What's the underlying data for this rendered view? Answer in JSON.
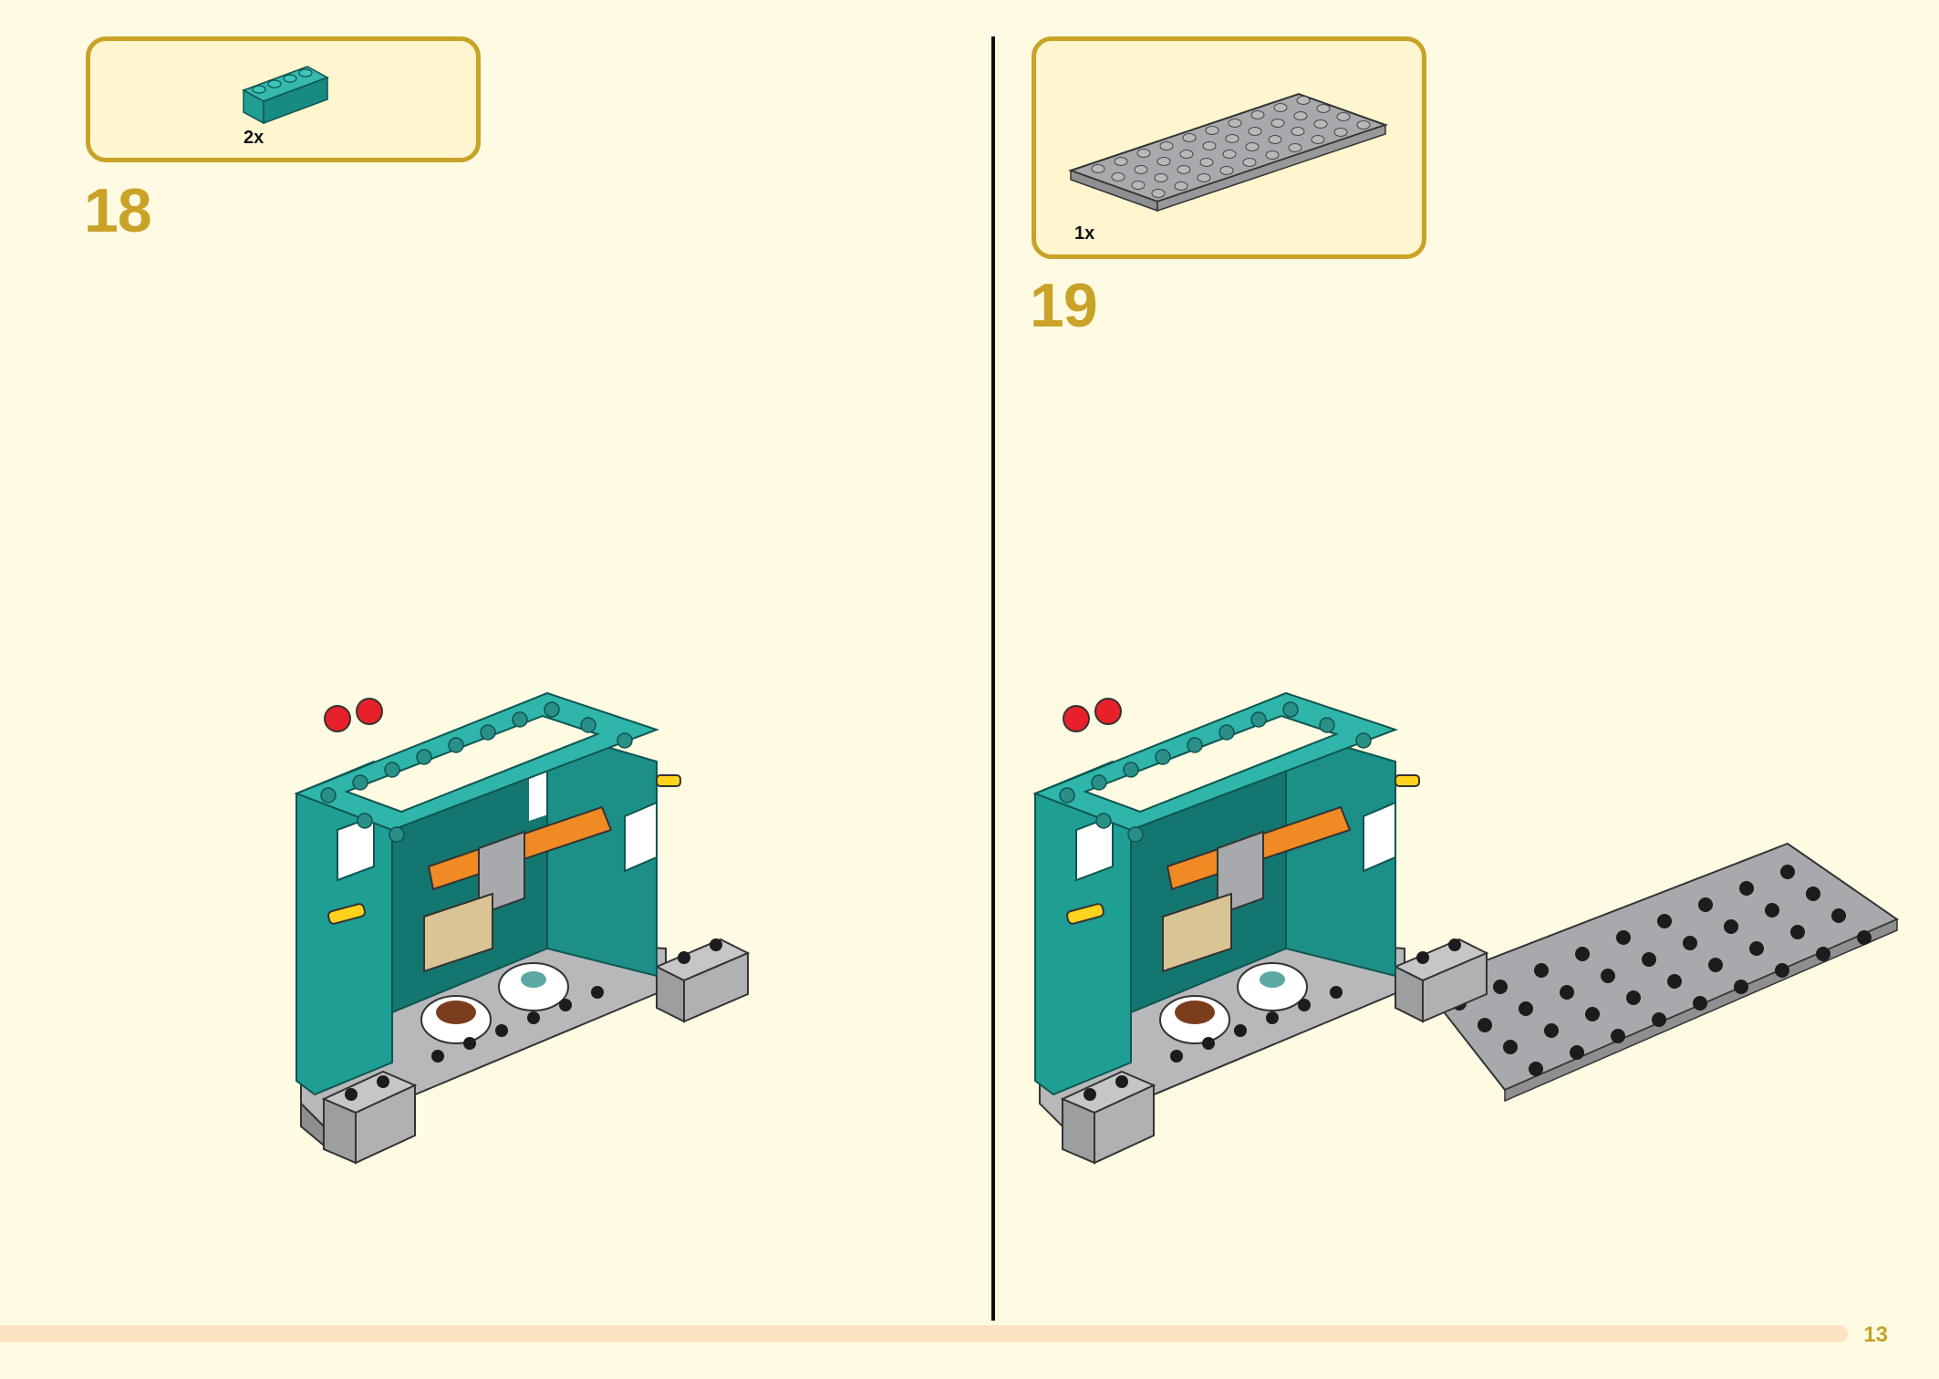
{
  "steps": [
    {
      "number": "18",
      "part_quantity": "2x",
      "part": "teal-1x4-brick"
    },
    {
      "number": "19",
      "part_quantity": "1x",
      "part": "gray-4x10-plate"
    }
  ],
  "page_number": "13",
  "colors": {
    "background": "#fffbe3",
    "accent": "#c9a227",
    "teal": "#1f9e94",
    "gray": "#a7a9ac",
    "stud_dark": "#1c1c1c",
    "progress": "#fde3c2"
  }
}
